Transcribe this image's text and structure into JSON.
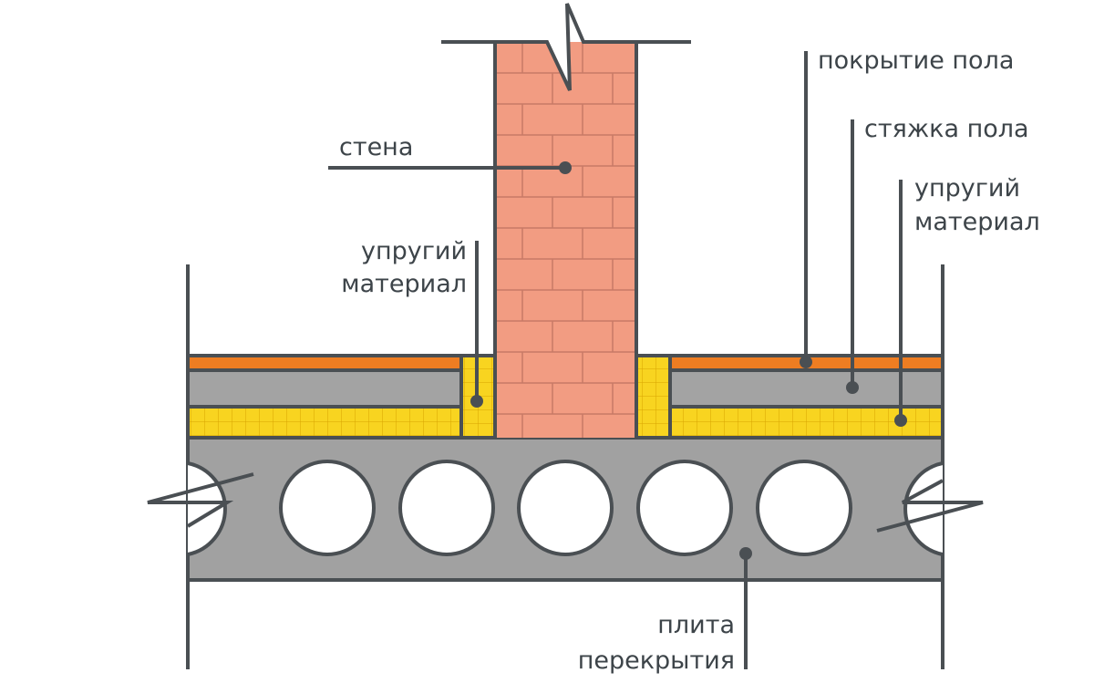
{
  "labels": {
    "wall": "стена",
    "floor_covering": "покрытие пола",
    "floor_screed": "стяжка пола",
    "elastic_right_line1": "упругий",
    "elastic_right_line2": "материал",
    "elastic_left_line1": "упругий",
    "elastic_left_line2": "материал",
    "slab_line1": "плита",
    "slab_line2": "перекрытия"
  },
  "colors": {
    "brick": "#f29c82",
    "mortar": "#c77a66",
    "floor_covering": "#ee7d22",
    "screed": "#a3a3a3",
    "elastic": "#f8d420",
    "elastic_grid": "#d9a400",
    "slab": "#a1a1a1",
    "outline": "#4a4f53",
    "leader": "#4a4f53"
  }
}
